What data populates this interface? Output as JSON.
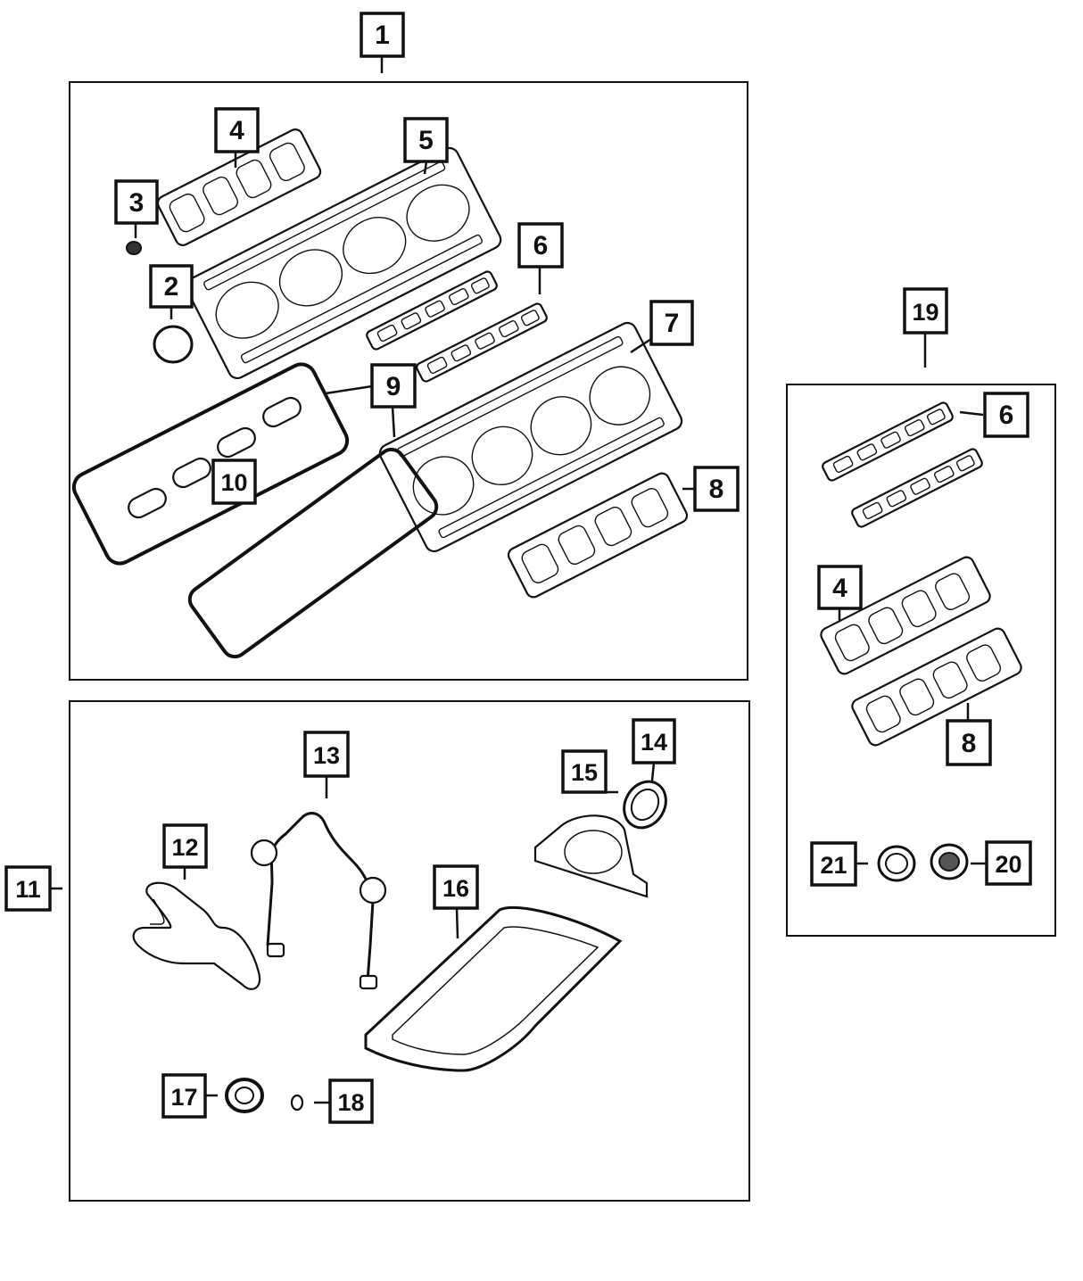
{
  "callouts": {
    "c1": "1",
    "c2": "2",
    "c3": "3",
    "c4": "4",
    "c5": "5",
    "c6": "6",
    "c7": "7",
    "c8": "8",
    "c9": "9",
    "c10": "10",
    "c11": "11",
    "c12": "12",
    "c13": "13",
    "c14": "14",
    "c15": "15",
    "c16": "16",
    "c17": "17",
    "c18": "18",
    "c19": "19",
    "c20": "20",
    "c21": "21",
    "c6b": "6",
    "c4b": "4",
    "c8b": "8"
  }
}
